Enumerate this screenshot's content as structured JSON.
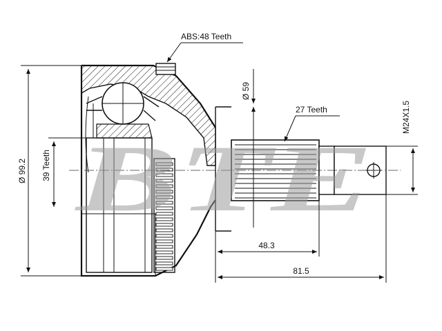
{
  "watermark": "BTE",
  "dimensions": {
    "abs_teeth": "ABS:48 Teeth",
    "inner_teeth": "39 Teeth",
    "outer_diameter": "Ø 99.2",
    "bell_diameter": "Ø 59",
    "spline_teeth": "27 Teeth",
    "thread": "M24X1.5",
    "shaft_length": "48.3",
    "overall_length": "81.5"
  }
}
